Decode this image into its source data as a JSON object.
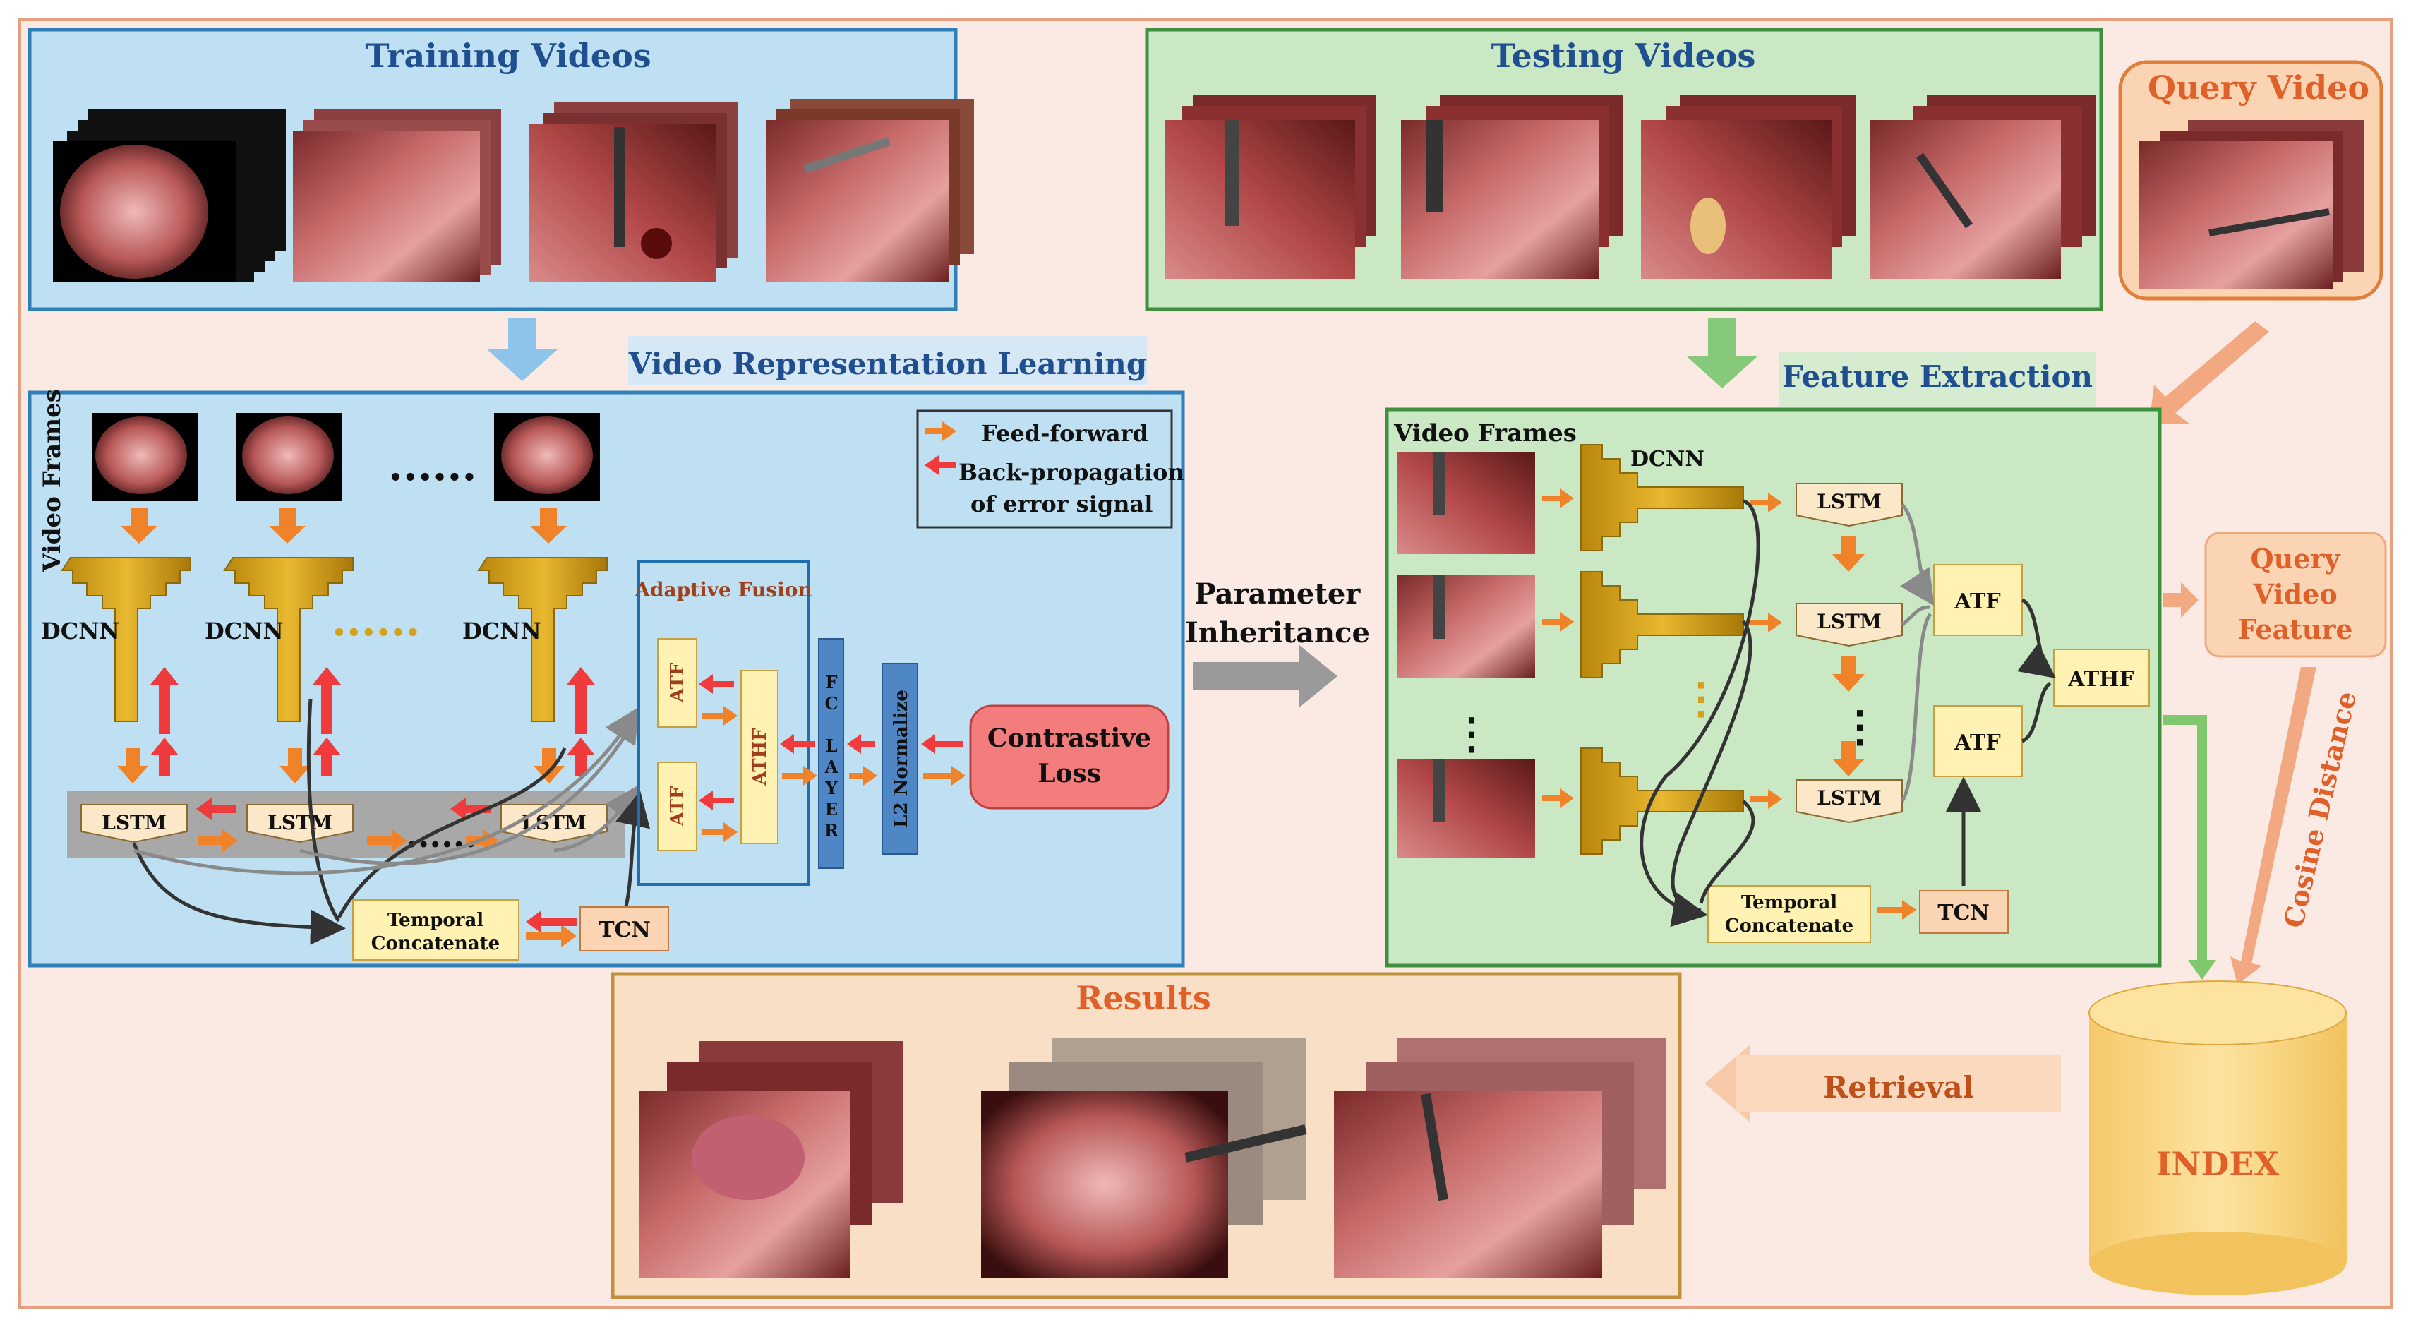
{
  "training": {
    "title": "Training Videos"
  },
  "testing": {
    "title": "Testing Videos"
  },
  "query": {
    "title": "Query Video"
  },
  "vrl": {
    "title": "Video Representation Learning",
    "frames_label": "Video Frames",
    "dots": "......",
    "dcnn": "DCNN",
    "lstm": "LSTM",
    "adaptive_fusion": "Adaptive Fusion",
    "atf": "ATF",
    "athf": "ATHF",
    "fc_layer": "FC LAYER",
    "l2": "L2 Normalize",
    "contrastive_line1": "Contrastive",
    "contrastive_line2": "Loss",
    "temporal_line1": "Temporal",
    "temporal_line2": "Concatenate",
    "tcn": "TCN",
    "legend_ff": "Feed-forward",
    "legend_bp_line1": "Back-propagation",
    "legend_bp_line2": "of error signal"
  },
  "param_inherit_line1": "Parameter",
  "param_inherit_line2": "Inheritance",
  "fe": {
    "title": "Feature Extraction",
    "frames_label": "Video Frames",
    "dcnn": "DCNN",
    "lstm": "LSTM",
    "atf": "ATF",
    "athf": "ATHF",
    "temporal_line1": "Temporal",
    "temporal_line2": "Concatenate",
    "tcn": "TCN"
  },
  "qvf": {
    "line1": "Query",
    "line2": "Video",
    "line3": "Feature"
  },
  "cosine": "Cosine Distance",
  "index": "INDEX",
  "retrieval": "Retrieval",
  "results": {
    "title": "Results"
  },
  "colors": {
    "train_bg": "#bfe0f2",
    "train_border": "#2f7fb8",
    "test_bg": "#c9e8c3",
    "test_border": "#3e8f3e",
    "query_bg": "#fbd4b4",
    "query_border": "#e07e3a",
    "results_bg": "#f8dfc6",
    "results_border": "#c0913a",
    "outer_bg": "#fbeae4",
    "orange": "#f0822a",
    "red": "#ef3b3b",
    "gold": "#d4a21a",
    "lstm_fill": "#fbe8c8",
    "atf_fill": "#fff2b3",
    "index_fill": "#fcd889",
    "contrastive_fill": "#f37c7c",
    "l2_fill": "#4e86c6"
  }
}
